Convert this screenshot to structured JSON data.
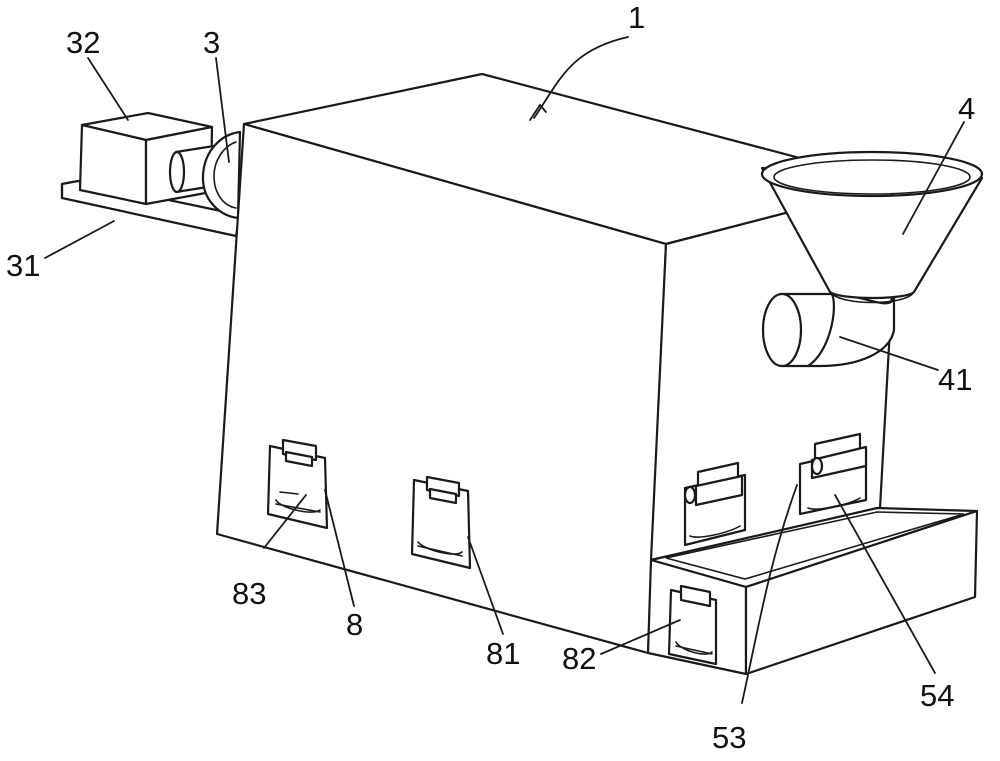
{
  "labels": {
    "l1": "1",
    "l3": "3",
    "l4": "4",
    "l8": "8",
    "l31": "31",
    "l32": "32",
    "l41": "41",
    "l53": "53",
    "l54": "54",
    "l81": "81",
    "l82": "82",
    "l83": "83"
  }
}
